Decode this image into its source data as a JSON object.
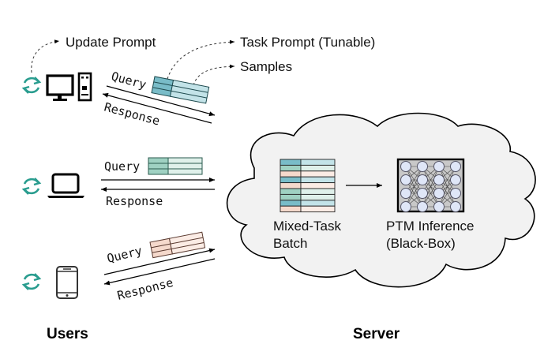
{
  "annotations": {
    "update_prompt": "Update Prompt",
    "task_prompt": "Task Prompt (Tunable)",
    "samples": "Samples"
  },
  "clients": [
    {
      "device": "desktop-computer",
      "query_label": "Query",
      "response_label": "Response",
      "prompt_color": "#79bcc8",
      "sample_color": "#c3e3e8"
    },
    {
      "device": "laptop",
      "query_label": "Query",
      "response_label": "Response",
      "prompt_color": "#9fd1c2",
      "sample_color": "#dff0ea"
    },
    {
      "device": "smartphone",
      "query_label": "Query",
      "response_label": "Response",
      "prompt_color": "#f5d9cc",
      "sample_color": "#fbece5"
    }
  ],
  "server": {
    "batch_label_line1": "Mixed-Task",
    "batch_label_line2": "Batch",
    "ptm_label_line1": "PTM Inference",
    "ptm_label_line2": "(Black-Box)",
    "batch_row_colors": [
      "#79bcc8",
      "#9fd1c2",
      "#f5d9cc",
      "#79bcc8",
      "#f5d9cc",
      "#9fd1c2",
      "#9fd1c2",
      "#79bcc8",
      "#f5d9cc"
    ],
    "batch_row_light_colors": [
      "#c3e3e8",
      "#dff0ea",
      "#fbece5",
      "#c3e3e8",
      "#fbece5",
      "#dff0ea",
      "#dff0ea",
      "#c3e3e8",
      "#fbece5"
    ]
  },
  "sections": {
    "users": "Users",
    "server": "Server"
  },
  "colors": {
    "refresh_icon": "#2a9d8f",
    "cloud_fill": "#f2f2f2",
    "nn_fill": "#c8c8c8",
    "node_fill": "#dfe6f7"
  }
}
